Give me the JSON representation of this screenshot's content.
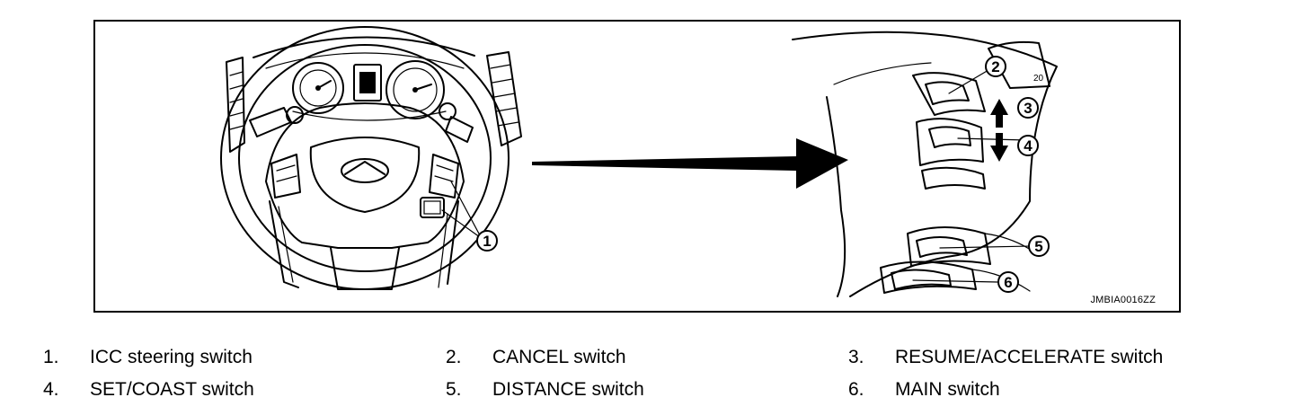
{
  "figure": {
    "reference_code": "JMBIA0016ZZ",
    "callouts": [
      "1",
      "2",
      "3",
      "4",
      "5",
      "6"
    ]
  },
  "legend": [
    {
      "number": "1.",
      "label": "ICC steering switch"
    },
    {
      "number": "2.",
      "label": "CANCEL switch"
    },
    {
      "number": "3.",
      "label": "RESUME/ACCELERATE switch"
    },
    {
      "number": "4.",
      "label": "SET/COAST switch"
    },
    {
      "number": "5.",
      "label": "DISTANCE switch"
    },
    {
      "number": "6.",
      "label": "MAIN switch"
    }
  ]
}
